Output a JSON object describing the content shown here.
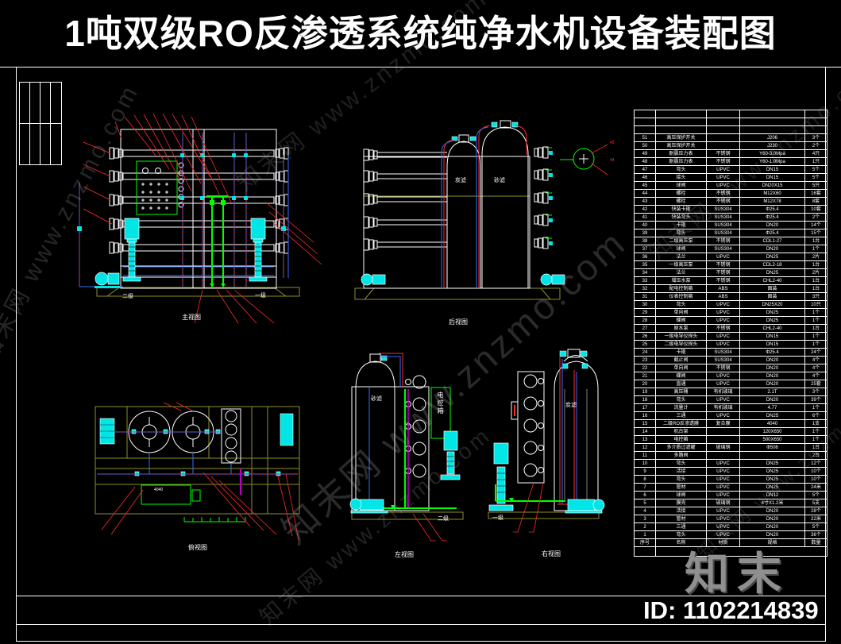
{
  "title": "1吨双级RO反渗透系统纯净水机设备装配图",
  "watermark": {
    "text": "知末网 www.znzmo.com",
    "logo": "知末",
    "id_label": "ID: 1102214839"
  },
  "views": {
    "front": {
      "caption": "主视图",
      "stage_left": "二级",
      "stage_right": "一级"
    },
    "rear": {
      "caption": "后视图",
      "tank_left": "炭滤",
      "tank_right": "砂滤",
      "detail_labels": [
        "45",
        "44"
      ]
    },
    "top": {
      "caption": "俯视图",
      "box_label": "4040"
    },
    "left": {
      "caption": "左视图",
      "tank": "砂滤",
      "panel": "电控箱",
      "stage": "二级"
    },
    "right": {
      "caption": "右视图",
      "tank": "炭滤",
      "stage": "一级"
    }
  },
  "bom": {
    "headers": [
      "序号",
      "名称",
      "材质",
      "规格",
      "数量"
    ],
    "rows": [
      [
        "51",
        "高压保护开关",
        "",
        "J206",
        "3个"
      ],
      [
        "50",
        "高压保护开关",
        "",
        "J230",
        "2个"
      ],
      [
        "49",
        "耐震压力表",
        "不锈钢",
        "Y60-3.0Mpa",
        "4只"
      ],
      [
        "48",
        "耐震压力表",
        "不锈钢",
        "Y60-1.0Mpa",
        "1只"
      ],
      [
        "47",
        "弯头",
        "UPVC",
        "DN15",
        "5个"
      ],
      [
        "46",
        "接头",
        "UPVC",
        "DN15",
        "5个"
      ],
      [
        "45",
        "球阀",
        "UPVC",
        "DN20X15",
        "5只"
      ],
      [
        "44",
        "螺栓",
        "不锈钢",
        "M12X60",
        "16套"
      ],
      [
        "43",
        "螺栓",
        "不锈钢",
        "M12X78",
        "8套"
      ],
      [
        "42",
        "快装卡箍",
        "SUS304",
        "Φ25.4",
        "10套"
      ],
      [
        "41",
        "快装弯头",
        "SUS304",
        "Φ25.4",
        "2个"
      ],
      [
        "40",
        "卡箍",
        "SUS304",
        "DN20",
        "14个"
      ],
      [
        "39",
        "弯头",
        "SUS304",
        "Φ25.4",
        "15个"
      ],
      [
        "38",
        "二级高压泵",
        "不锈钢",
        "CDL1-27",
        "1台"
      ],
      [
        "37",
        "球阀",
        "SUS304",
        "DN20",
        "1个"
      ],
      [
        "36",
        "法兰",
        "UPVC",
        "DN25",
        "2片"
      ],
      [
        "35",
        "一级高压泵",
        "不锈钢",
        "CDL2-18",
        "1台"
      ],
      [
        "34",
        "法兰",
        "不锈钢",
        "DN25",
        "2片"
      ],
      [
        "33",
        "增压水泵",
        "不锈钢",
        "CHL2-40",
        "1台"
      ],
      [
        "32",
        "配电控制箱",
        "ABS",
        "面装",
        "1台"
      ],
      [
        "31",
        "仪表控制箱",
        "ABS",
        "面装",
        "3只"
      ],
      [
        "30",
        "弯头",
        "UPVC",
        "DN25X20",
        "10只"
      ],
      [
        "29",
        "单向阀",
        "UPVC",
        "DN25",
        "1个"
      ],
      [
        "28",
        "蝶阀",
        "UPVC",
        "DN25",
        "1个"
      ],
      [
        "27",
        "原水泵",
        "不锈钢",
        "CHL2-40",
        "1台"
      ],
      [
        "26",
        "一级电导仪探头",
        "UPVC",
        "DN15",
        "1个"
      ],
      [
        "25",
        "二级电导仪探头",
        "UPVC",
        "DN15",
        "1个"
      ],
      [
        "24",
        "卡箍",
        "SUS304",
        "Φ25.4",
        "24个"
      ],
      [
        "23",
        "截止阀",
        "SUS304",
        "DN20",
        "4个"
      ],
      [
        "22",
        "单向阀",
        "不锈钢",
        "DN20",
        "4个"
      ],
      [
        "21",
        "蝶阀",
        "UPVC",
        "DN20",
        "4个"
      ],
      [
        "20",
        "直通",
        "UPVC",
        "DN20",
        "25套"
      ],
      [
        "19",
        "高压桶",
        "有机玻璃",
        "2.1T",
        "3个"
      ],
      [
        "18",
        "弯头",
        "UPVC",
        "DN20",
        "39个"
      ],
      [
        "17",
        "流量计",
        "有机玻璃",
        "4.77",
        "1个"
      ],
      [
        "16",
        "三通",
        "UPVC",
        "DN25",
        "6个"
      ],
      [
        "15",
        "二级RO反渗透膜",
        "复合膜",
        "4040",
        "1支"
      ],
      [
        "14",
        "机台架",
        "",
        "120X650",
        "1个"
      ],
      [
        "13",
        "电控箱",
        "",
        "500X650",
        "1个"
      ],
      [
        "12",
        "多介质过滤罐",
        "玻璃钢",
        "Φ508",
        "1台"
      ],
      [
        "11",
        "多路阀",
        "",
        "",
        "2台"
      ],
      [
        "10",
        "弯头",
        "UPVC",
        "DN25",
        "12个"
      ],
      [
        "9",
        "活接",
        "UPVC",
        "DN25",
        "10个"
      ],
      [
        "8",
        "弯头",
        "UPVC",
        "DN25",
        "10个"
      ],
      [
        "7",
        "管材",
        "UPVC",
        "DN25",
        "24米"
      ],
      [
        "6",
        "球阀",
        "UPVC",
        "DN12",
        "5个"
      ],
      [
        "5",
        "膜壳",
        "玻璃钢",
        "4寸X1.2米",
        "5支"
      ],
      [
        "4",
        "活接",
        "UPVC",
        "DN20",
        "28个"
      ],
      [
        "3",
        "管材",
        "UPVC",
        "DN20",
        "22米"
      ],
      [
        "2",
        "三通",
        "UPVC",
        "DN20",
        "5个"
      ],
      [
        "1",
        "弯头",
        "UPVC",
        "DN20",
        "36个"
      ]
    ]
  },
  "colors": {
    "background": "#000000",
    "line_white": "#ffffff",
    "equipment_cyan": "#00e5e5",
    "pipe_green": "#00ff00",
    "leader_red": "#ff2a2a",
    "pipe_blue": "#2f6fff",
    "frame_olive": "#8f8f2a",
    "magenta": "#c000c0"
  }
}
